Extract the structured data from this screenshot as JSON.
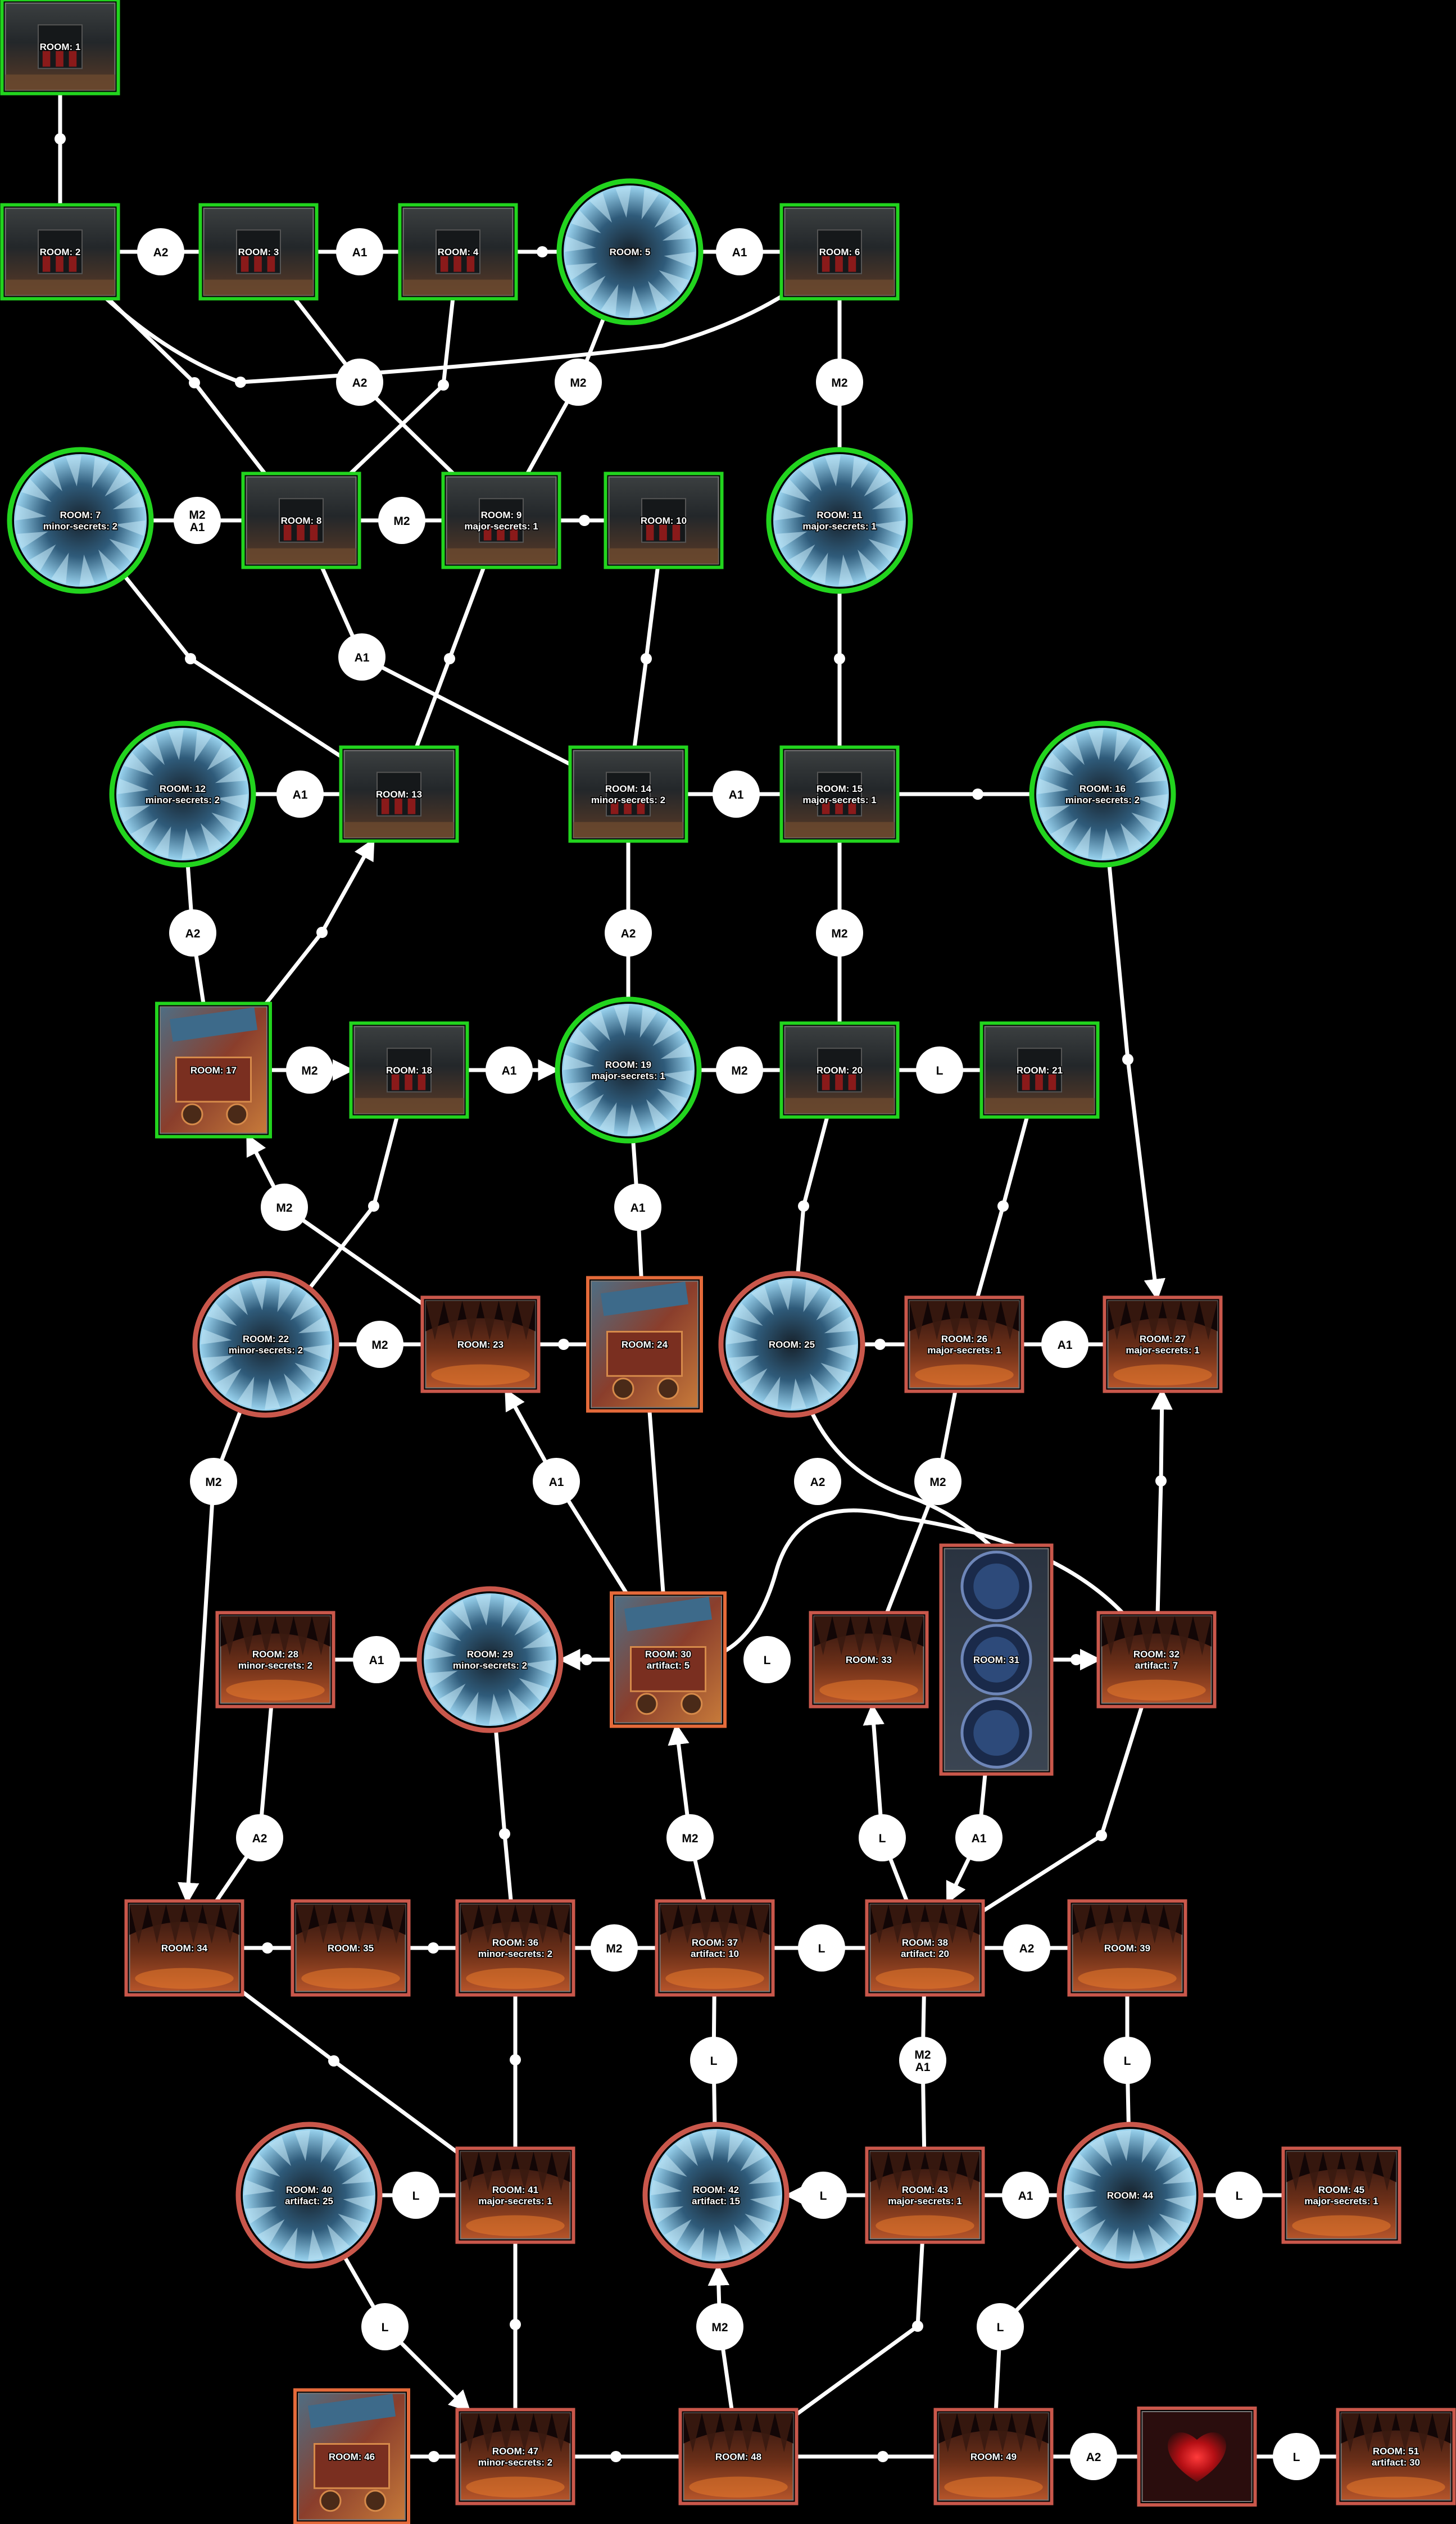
{
  "colors": {
    "green_border": "#22d41e",
    "red_border": "#c9574b",
    "orange_border": "#e46a3a",
    "edge": "#ffffff",
    "tag_fill": "#ffffff",
    "tag_text": "#000000",
    "background": "#000000"
  },
  "rooms": [
    {
      "id": 1,
      "kind": "corridor",
      "zone": "green",
      "lines": [
        "ROOM: 1"
      ]
    },
    {
      "id": 2,
      "kind": "corridor",
      "zone": "green",
      "lines": [
        "ROOM: 2"
      ]
    },
    {
      "id": 3,
      "kind": "corridor",
      "zone": "green",
      "lines": [
        "ROOM: 3"
      ]
    },
    {
      "id": 4,
      "kind": "corridor",
      "zone": "green",
      "lines": [
        "ROOM: 4"
      ]
    },
    {
      "id": 5,
      "kind": "cave",
      "zone": "green",
      "lines": [
        "ROOM: 5"
      ]
    },
    {
      "id": 6,
      "kind": "corridor",
      "zone": "green",
      "lines": [
        "ROOM: 6"
      ]
    },
    {
      "id": 7,
      "kind": "cave",
      "zone": "green",
      "lines": [
        "ROOM: 7",
        "minor-secrets: 2"
      ]
    },
    {
      "id": 8,
      "kind": "corridor",
      "zone": "green",
      "lines": [
        "ROOM: 8"
      ]
    },
    {
      "id": 9,
      "kind": "corridor",
      "zone": "green",
      "lines": [
        "ROOM: 9",
        "major-secrets: 1"
      ]
    },
    {
      "id": 10,
      "kind": "corridor",
      "zone": "green",
      "lines": [
        "ROOM: 10"
      ]
    },
    {
      "id": 11,
      "kind": "cave",
      "zone": "green",
      "lines": [
        "ROOM: 11",
        "major-secrets: 1"
      ]
    },
    {
      "id": 12,
      "kind": "cave",
      "zone": "green",
      "lines": [
        "ROOM: 12",
        "minor-secrets: 2"
      ]
    },
    {
      "id": 13,
      "kind": "corridor",
      "zone": "green",
      "lines": [
        "ROOM: 13"
      ]
    },
    {
      "id": 14,
      "kind": "corridor",
      "zone": "green",
      "lines": [
        "ROOM: 14",
        "minor-secrets: 2"
      ]
    },
    {
      "id": 15,
      "kind": "corridor",
      "zone": "green",
      "lines": [
        "ROOM: 15",
        "major-secrets: 1"
      ]
    },
    {
      "id": 16,
      "kind": "cave",
      "zone": "green",
      "lines": [
        "ROOM: 16",
        "minor-secrets: 2"
      ]
    },
    {
      "id": 17,
      "kind": "shop",
      "zone": "green",
      "lines": [
        "ROOM: 17"
      ]
    },
    {
      "id": 18,
      "kind": "corridor",
      "zone": "green",
      "lines": [
        "ROOM: 18"
      ]
    },
    {
      "id": 19,
      "kind": "cave",
      "zone": "green",
      "lines": [
        "ROOM: 19",
        "major-secrets: 1"
      ]
    },
    {
      "id": 20,
      "kind": "corridor",
      "zone": "green",
      "lines": [
        "ROOM: 20"
      ]
    },
    {
      "id": 21,
      "kind": "corridor",
      "zone": "green",
      "lines": [
        "ROOM: 21"
      ]
    },
    {
      "id": 22,
      "kind": "cave",
      "zone": "red",
      "lines": [
        "ROOM: 22",
        "minor-secrets: 2"
      ]
    },
    {
      "id": 23,
      "kind": "lava",
      "zone": "red",
      "lines": [
        "ROOM: 23"
      ]
    },
    {
      "id": 24,
      "kind": "shop",
      "zone": "orange",
      "lines": [
        "ROOM: 24"
      ]
    },
    {
      "id": 25,
      "kind": "cave",
      "zone": "red",
      "lines": [
        "ROOM: 25"
      ]
    },
    {
      "id": 26,
      "kind": "lava",
      "zone": "red",
      "lines": [
        "ROOM: 26",
        "major-secrets: 1"
      ]
    },
    {
      "id": 27,
      "kind": "lava",
      "zone": "red",
      "lines": [
        "ROOM: 27",
        "major-secrets: 1"
      ]
    },
    {
      "id": 28,
      "kind": "lava",
      "zone": "red",
      "lines": [
        "ROOM: 28",
        "minor-secrets: 2"
      ]
    },
    {
      "id": 29,
      "kind": "cave",
      "zone": "red",
      "lines": [
        "ROOM: 29",
        "minor-secrets: 2"
      ]
    },
    {
      "id": 30,
      "kind": "shop",
      "zone": "orange",
      "lines": [
        "ROOM: 30",
        "artifact: 5"
      ]
    },
    {
      "id": 31,
      "kind": "tower",
      "zone": "red",
      "lines": [
        "ROOM: 31"
      ]
    },
    {
      "id": 32,
      "kind": "lava",
      "zone": "red",
      "lines": [
        "ROOM: 32",
        "artifact: 7"
      ]
    },
    {
      "id": 33,
      "kind": "lava",
      "zone": "red",
      "lines": [
        "ROOM: 33"
      ]
    },
    {
      "id": 34,
      "kind": "lava",
      "zone": "red",
      "lines": [
        "ROOM: 34"
      ]
    },
    {
      "id": 35,
      "kind": "lava",
      "zone": "red",
      "lines": [
        "ROOM: 35"
      ]
    },
    {
      "id": 36,
      "kind": "lava",
      "zone": "red",
      "lines": [
        "ROOM: 36",
        "minor-secrets: 2"
      ]
    },
    {
      "id": 37,
      "kind": "lava",
      "zone": "red",
      "lines": [
        "ROOM: 37",
        "artifact: 10"
      ]
    },
    {
      "id": 38,
      "kind": "lava",
      "zone": "red",
      "lines": [
        "ROOM: 38",
        "artifact: 20"
      ]
    },
    {
      "id": 39,
      "kind": "lava",
      "zone": "red",
      "lines": [
        "ROOM: 39"
      ]
    },
    {
      "id": 40,
      "kind": "cave",
      "zone": "red",
      "lines": [
        "ROOM: 40",
        "artifact: 25"
      ]
    },
    {
      "id": 41,
      "kind": "lava",
      "zone": "red",
      "lines": [
        "ROOM: 41",
        "major-secrets: 1"
      ]
    },
    {
      "id": 42,
      "kind": "cave",
      "zone": "red",
      "lines": [
        "ROOM: 42",
        "artifact: 15"
      ]
    },
    {
      "id": 43,
      "kind": "lava",
      "zone": "red",
      "lines": [
        "ROOM: 43",
        "major-secrets: 1"
      ]
    },
    {
      "id": 44,
      "kind": "cave",
      "zone": "red",
      "lines": [
        "ROOM: 44"
      ]
    },
    {
      "id": 45,
      "kind": "lava",
      "zone": "red",
      "lines": [
        "ROOM: 45",
        "major-secrets: 1"
      ]
    },
    {
      "id": 46,
      "kind": "shop",
      "zone": "orange",
      "lines": [
        "ROOM: 46"
      ]
    },
    {
      "id": 47,
      "kind": "lava",
      "zone": "red",
      "lines": [
        "ROOM: 47",
        "minor-secrets: 2"
      ]
    },
    {
      "id": 48,
      "kind": "lava",
      "zone": "red",
      "lines": [
        "ROOM: 48"
      ]
    },
    {
      "id": 49,
      "kind": "lava",
      "zone": "red",
      "lines": [
        "ROOM: 49"
      ]
    },
    {
      "id": 50,
      "kind": "heart",
      "zone": "red",
      "lines": []
    },
    {
      "id": 51,
      "kind": "lava",
      "zone": "red",
      "lines": [
        "ROOM: 51",
        "artifact: 30"
      ]
    }
  ],
  "connections": [
    {
      "from": 1,
      "to": 2,
      "tag": []
    },
    {
      "from": 2,
      "to": 3,
      "tag": [
        "A2"
      ]
    },
    {
      "from": 3,
      "to": 4,
      "tag": [
        "A1"
      ]
    },
    {
      "from": 4,
      "to": 5,
      "tag": []
    },
    {
      "from": 5,
      "to": 6,
      "tag": [
        "A1"
      ]
    },
    {
      "from": 2,
      "to": 8,
      "tag": []
    },
    {
      "from": 3,
      "to": 9,
      "tag": [
        "A2"
      ]
    },
    {
      "from": 4,
      "to": 8,
      "tag": []
    },
    {
      "from": 5,
      "to": 9,
      "tag": [
        "M2"
      ]
    },
    {
      "from": 6,
      "to": 2,
      "tag": []
    },
    {
      "from": 6,
      "to": 11,
      "tag": [
        "M2"
      ]
    },
    {
      "from": 7,
      "to": 8,
      "tag": [
        "M2",
        "A1"
      ]
    },
    {
      "from": 8,
      "to": 9,
      "tag": [
        "M2"
      ]
    },
    {
      "from": 9,
      "to": 10,
      "tag": []
    },
    {
      "from": 7,
      "to": 13,
      "tag": []
    },
    {
      "from": 8,
      "to": 14,
      "tag": [
        "A1"
      ]
    },
    {
      "from": 9,
      "to": 13,
      "tag": []
    },
    {
      "from": 10,
      "to": 14,
      "tag": []
    },
    {
      "from": 11,
      "to": 15,
      "tag": []
    },
    {
      "from": 12,
      "to": 13,
      "tag": [
        "A1"
      ]
    },
    {
      "from": 14,
      "to": 15,
      "tag": [
        "A1"
      ]
    },
    {
      "from": 15,
      "to": 16,
      "tag": []
    },
    {
      "from": 12,
      "to": 17,
      "tag": [
        "A2"
      ]
    },
    {
      "from": 17,
      "to": 13,
      "tag": []
    },
    {
      "from": 14,
      "to": 19,
      "tag": [
        "A2"
      ]
    },
    {
      "from": 15,
      "to": 20,
      "tag": [
        "M2"
      ]
    },
    {
      "from": 17,
      "to": 18,
      "tag": [
        "M2"
      ]
    },
    {
      "from": 18,
      "to": 19,
      "tag": [
        "A1"
      ]
    },
    {
      "from": 19,
      "to": 20,
      "tag": [
        "M2"
      ]
    },
    {
      "from": 20,
      "to": 21,
      "tag": [
        "L"
      ]
    },
    {
      "from": 16,
      "to": 27,
      "tag": []
    },
    {
      "from": 23,
      "to": 17,
      "tag": [
        "M2"
      ]
    },
    {
      "from": 18,
      "to": 22,
      "tag": []
    },
    {
      "from": 19,
      "to": 24,
      "tag": [
        "A1"
      ]
    },
    {
      "from": 20,
      "to": 25,
      "tag": []
    },
    {
      "from": 21,
      "to": 26,
      "tag": []
    },
    {
      "from": 22,
      "to": 23,
      "tag": [
        "M2"
      ]
    },
    {
      "from": 23,
      "to": 24,
      "tag": []
    },
    {
      "from": 25,
      "to": 26,
      "tag": []
    },
    {
      "from": 26,
      "to": 27,
      "tag": [
        "A1"
      ]
    },
    {
      "from": 22,
      "to": 34,
      "tag": [
        "M2"
      ]
    },
    {
      "from": 30,
      "to": 23,
      "tag": [
        "A1"
      ]
    },
    {
      "from": 24,
      "to": 30,
      "tag": []
    },
    {
      "from": 25,
      "to": 31,
      "tag": [
        "A2"
      ]
    },
    {
      "from": 26,
      "to": 33,
      "tag": [
        "M2"
      ]
    },
    {
      "from": 32,
      "to": 27,
      "tag": []
    },
    {
      "from": 28,
      "to": 29,
      "tag": [
        "A1"
      ]
    },
    {
      "from": 30,
      "to": 29,
      "tag": []
    },
    {
      "from": 30,
      "to": 32,
      "tag": [
        "L"
      ]
    },
    {
      "from": 31,
      "to": 32,
      "tag": []
    },
    {
      "from": 28,
      "to": 34,
      "tag": [
        "A2"
      ]
    },
    {
      "from": 29,
      "to": 36,
      "tag": []
    },
    {
      "from": 37,
      "to": 30,
      "tag": [
        "M2"
      ]
    },
    {
      "from": 38,
      "to": 33,
      "tag": [
        "L"
      ]
    },
    {
      "from": 31,
      "to": 38,
      "tag": [
        "A1"
      ]
    },
    {
      "from": 32,
      "to": 38,
      "tag": []
    },
    {
      "from": 34,
      "to": 35,
      "tag": []
    },
    {
      "from": 35,
      "to": 36,
      "tag": []
    },
    {
      "from": 37,
      "to": 36,
      "tag": [
        "M2"
      ]
    },
    {
      "from": 37,
      "to": 38,
      "tag": [
        "L"
      ]
    },
    {
      "from": 38,
      "to": 39,
      "tag": [
        "A2"
      ]
    },
    {
      "from": 34,
      "to": 41,
      "tag": []
    },
    {
      "from": 36,
      "to": 41,
      "tag": []
    },
    {
      "from": 37,
      "to": 42,
      "tag": [
        "L"
      ]
    },
    {
      "from": 38,
      "to": 43,
      "tag": [
        "M2",
        "A1"
      ]
    },
    {
      "from": 39,
      "to": 44,
      "tag": [
        "L"
      ]
    },
    {
      "from": 40,
      "to": 41,
      "tag": [
        "L"
      ]
    },
    {
      "from": 43,
      "to": 42,
      "tag": [
        "L"
      ]
    },
    {
      "from": 43,
      "to": 44,
      "tag": [
        "A1"
      ]
    },
    {
      "from": 44,
      "to": 45,
      "tag": [
        "L"
      ]
    },
    {
      "from": 40,
      "to": 47,
      "tag": [
        "L"
      ]
    },
    {
      "from": 41,
      "to": 47,
      "tag": []
    },
    {
      "from": 48,
      "to": 42,
      "tag": [
        "M2"
      ]
    },
    {
      "from": 43,
      "to": 48,
      "tag": []
    },
    {
      "from": 44,
      "to": 49,
      "tag": [
        "L"
      ]
    },
    {
      "from": 46,
      "to": 47,
      "tag": []
    },
    {
      "from": 47,
      "to": 48,
      "tag": []
    },
    {
      "from": 48,
      "to": 49,
      "tag": []
    },
    {
      "from": 49,
      "to": 50,
      "tag": [
        "A2"
      ]
    },
    {
      "from": 50,
      "to": 51,
      "tag": [
        "L"
      ]
    }
  ]
}
